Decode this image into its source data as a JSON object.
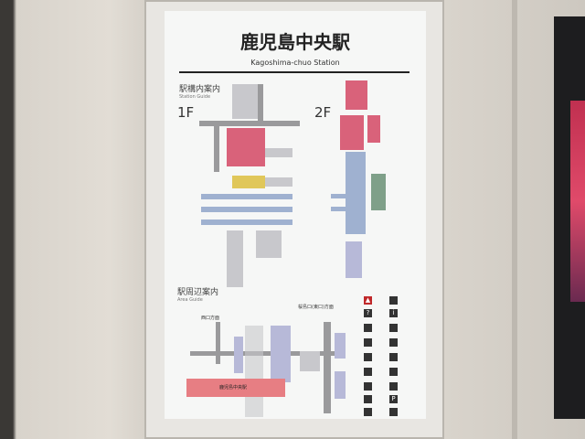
{
  "sign": {
    "title": "鹿児島中央駅",
    "subtitle": "Kagoshima-chuo Station",
    "station_guide": {
      "jp": "駅構内案内",
      "en": "Station Guide"
    },
    "floor_1": "1F",
    "floor_2": "2F",
    "area_guide": {
      "jp": "駅周辺案内",
      "en": "Area Guide"
    },
    "area_labels": {
      "west": "西口方面",
      "east": "桜島口(東口)方面",
      "station": "鹿児島中央駅"
    }
  },
  "colors": {
    "station_pink": "#d9627a",
    "platform_blue": "#9fb1d0",
    "road_grey": "#9a9a9c"
  }
}
